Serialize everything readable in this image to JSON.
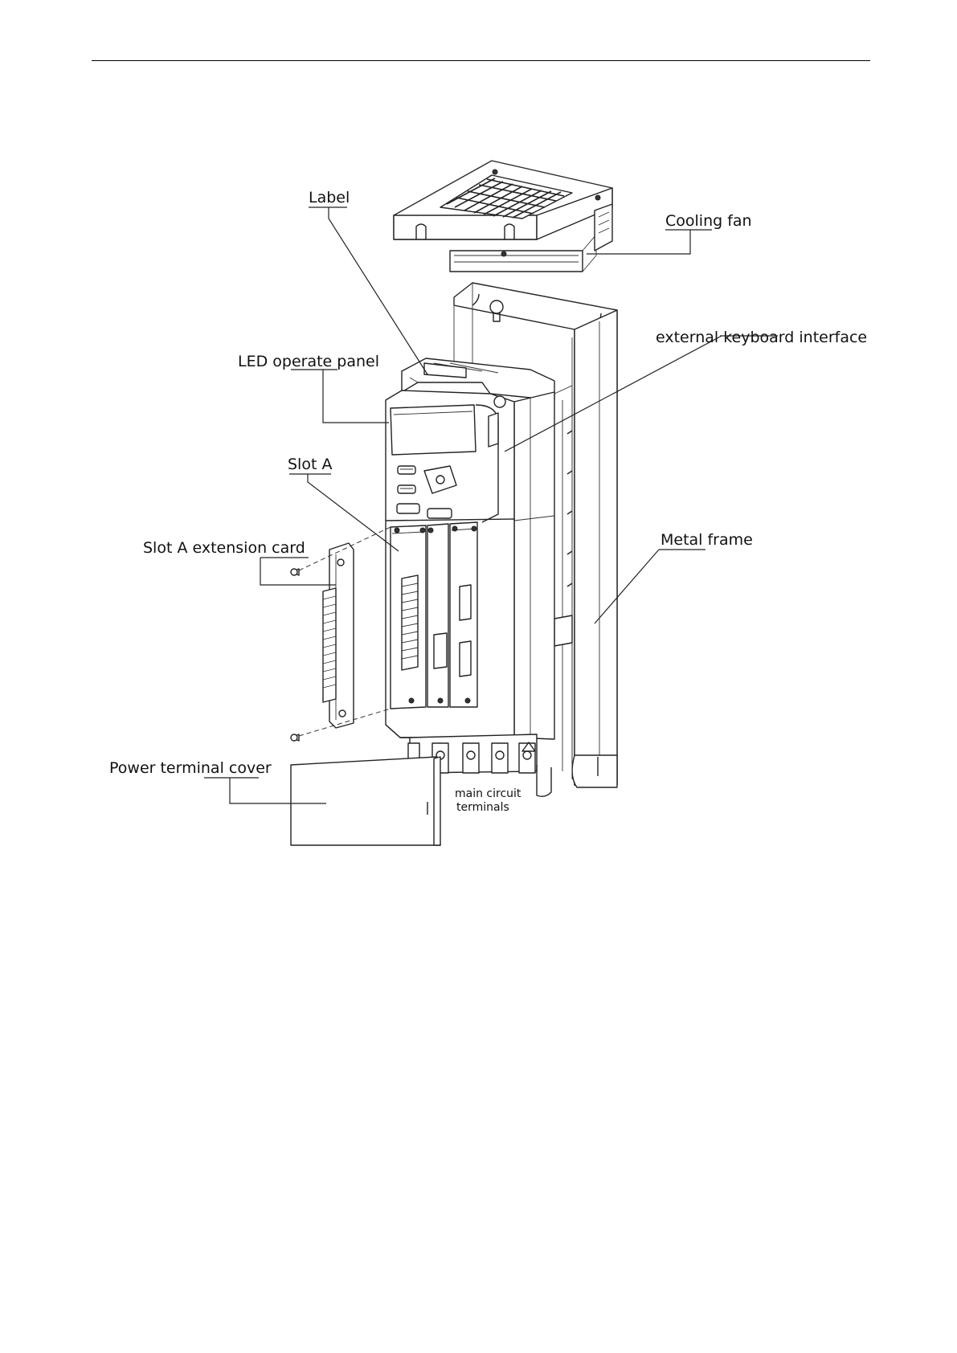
{
  "labels": {
    "label": "Label",
    "cooling_fan": "Cooling fan",
    "external_keyboard_interface": "external keyboard interface",
    "led_operate_panel": "LED operate panel",
    "slot_a": "Slot A",
    "slot_a_extension_card": "Slot A extension card",
    "metal_frame": "Metal frame",
    "power_terminal_cover": "Power terminal cover",
    "main_circuit_terminals_line1": "main circuit",
    "main_circuit_terminals_line2": "terminals"
  }
}
